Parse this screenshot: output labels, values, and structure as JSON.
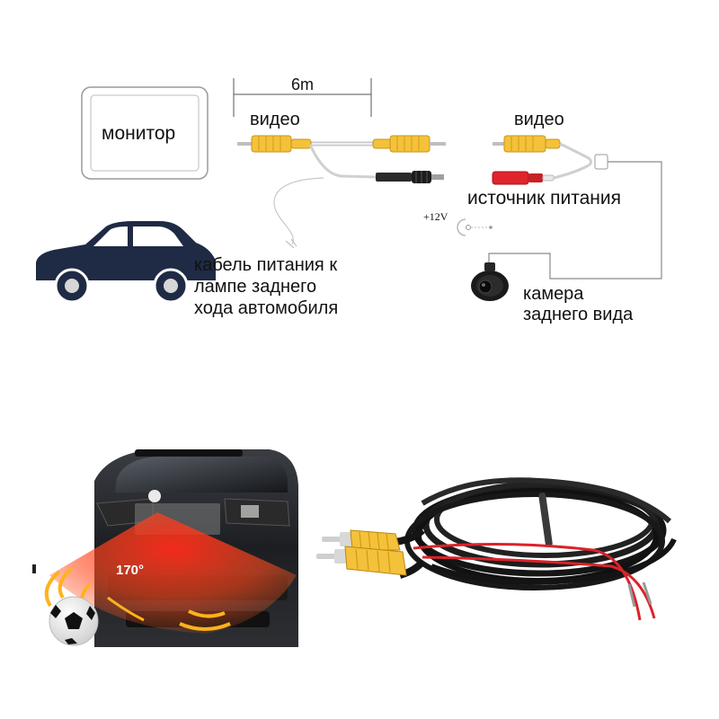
{
  "diagram": {
    "monitor_label": "монитор",
    "cable_length": "6m",
    "video_label_left": "видео",
    "video_label_right": "видео",
    "power_source_label": "источник питания",
    "voltage_label": "+12V",
    "reverse_lamp_label": [
      "кабель питания к",
      "лампе заднего",
      "хода автомобиля"
    ],
    "camera_label": [
      "камера",
      "заднего вида"
    ]
  },
  "photos": {
    "view_angle": "170°"
  },
  "colors": {
    "rca_yellow": "#f4c23a",
    "rca_red": "#e0242b",
    "car_body": "#1f2a44",
    "cable_black": "#151515",
    "wire_red": "#d9232a"
  }
}
